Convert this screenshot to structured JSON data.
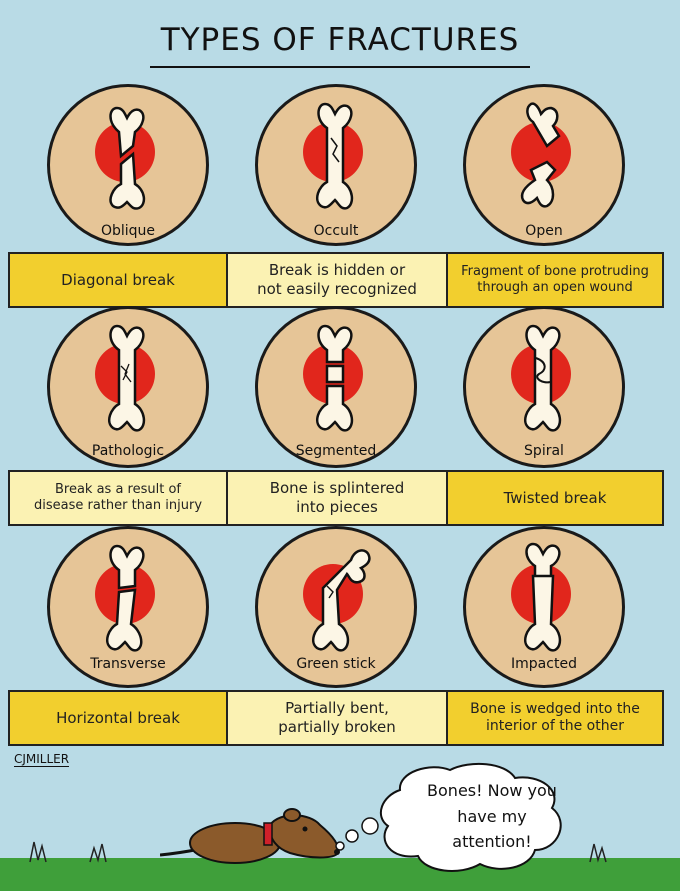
{
  "title": "TYPES OF FRACTURES",
  "rows": [
    {
      "items": [
        {
          "label": "Oblique",
          "description": "Diagonal break",
          "shade": "yellow"
        },
        {
          "label": "Occult",
          "description": "Break is hidden or\nnot easily recognized",
          "shade": "light"
        },
        {
          "label": "Open",
          "description": "Fragment of bone protruding\nthrough an open wound",
          "shade": "yellow"
        }
      ]
    },
    {
      "items": [
        {
          "label": "Pathologic",
          "description": "Break as a result of\ndisease rather than injury",
          "shade": "light"
        },
        {
          "label": "Segmented",
          "description": "Bone is splintered\ninto pieces",
          "shade": "light"
        },
        {
          "label": "Spiral",
          "description": "Twisted break",
          "shade": "yellow"
        }
      ]
    },
    {
      "items": [
        {
          "label": "Transverse",
          "description": "Horizontal break",
          "shade": "yellow"
        },
        {
          "label": "Green stick",
          "description": "Partially bent,\npartially broken",
          "shade": "light"
        },
        {
          "label": "Impacted",
          "description": "Bone is wedged into the\ninterior of the other",
          "shade": "yellow"
        }
      ]
    }
  ],
  "signature": "CJMILLER",
  "speech_bubble": "Bones! Now you\nhave my\nattention!",
  "colors": {
    "background": "#b9dbe6",
    "circle_fill": "#e6c597",
    "fracture_spot": "#e1261c",
    "band_yellow": "#f2cf2e",
    "band_light": "#fbf2b3",
    "ground": "#3f9f3a",
    "dog": "#8b5a2b",
    "collar": "#d0202a"
  }
}
